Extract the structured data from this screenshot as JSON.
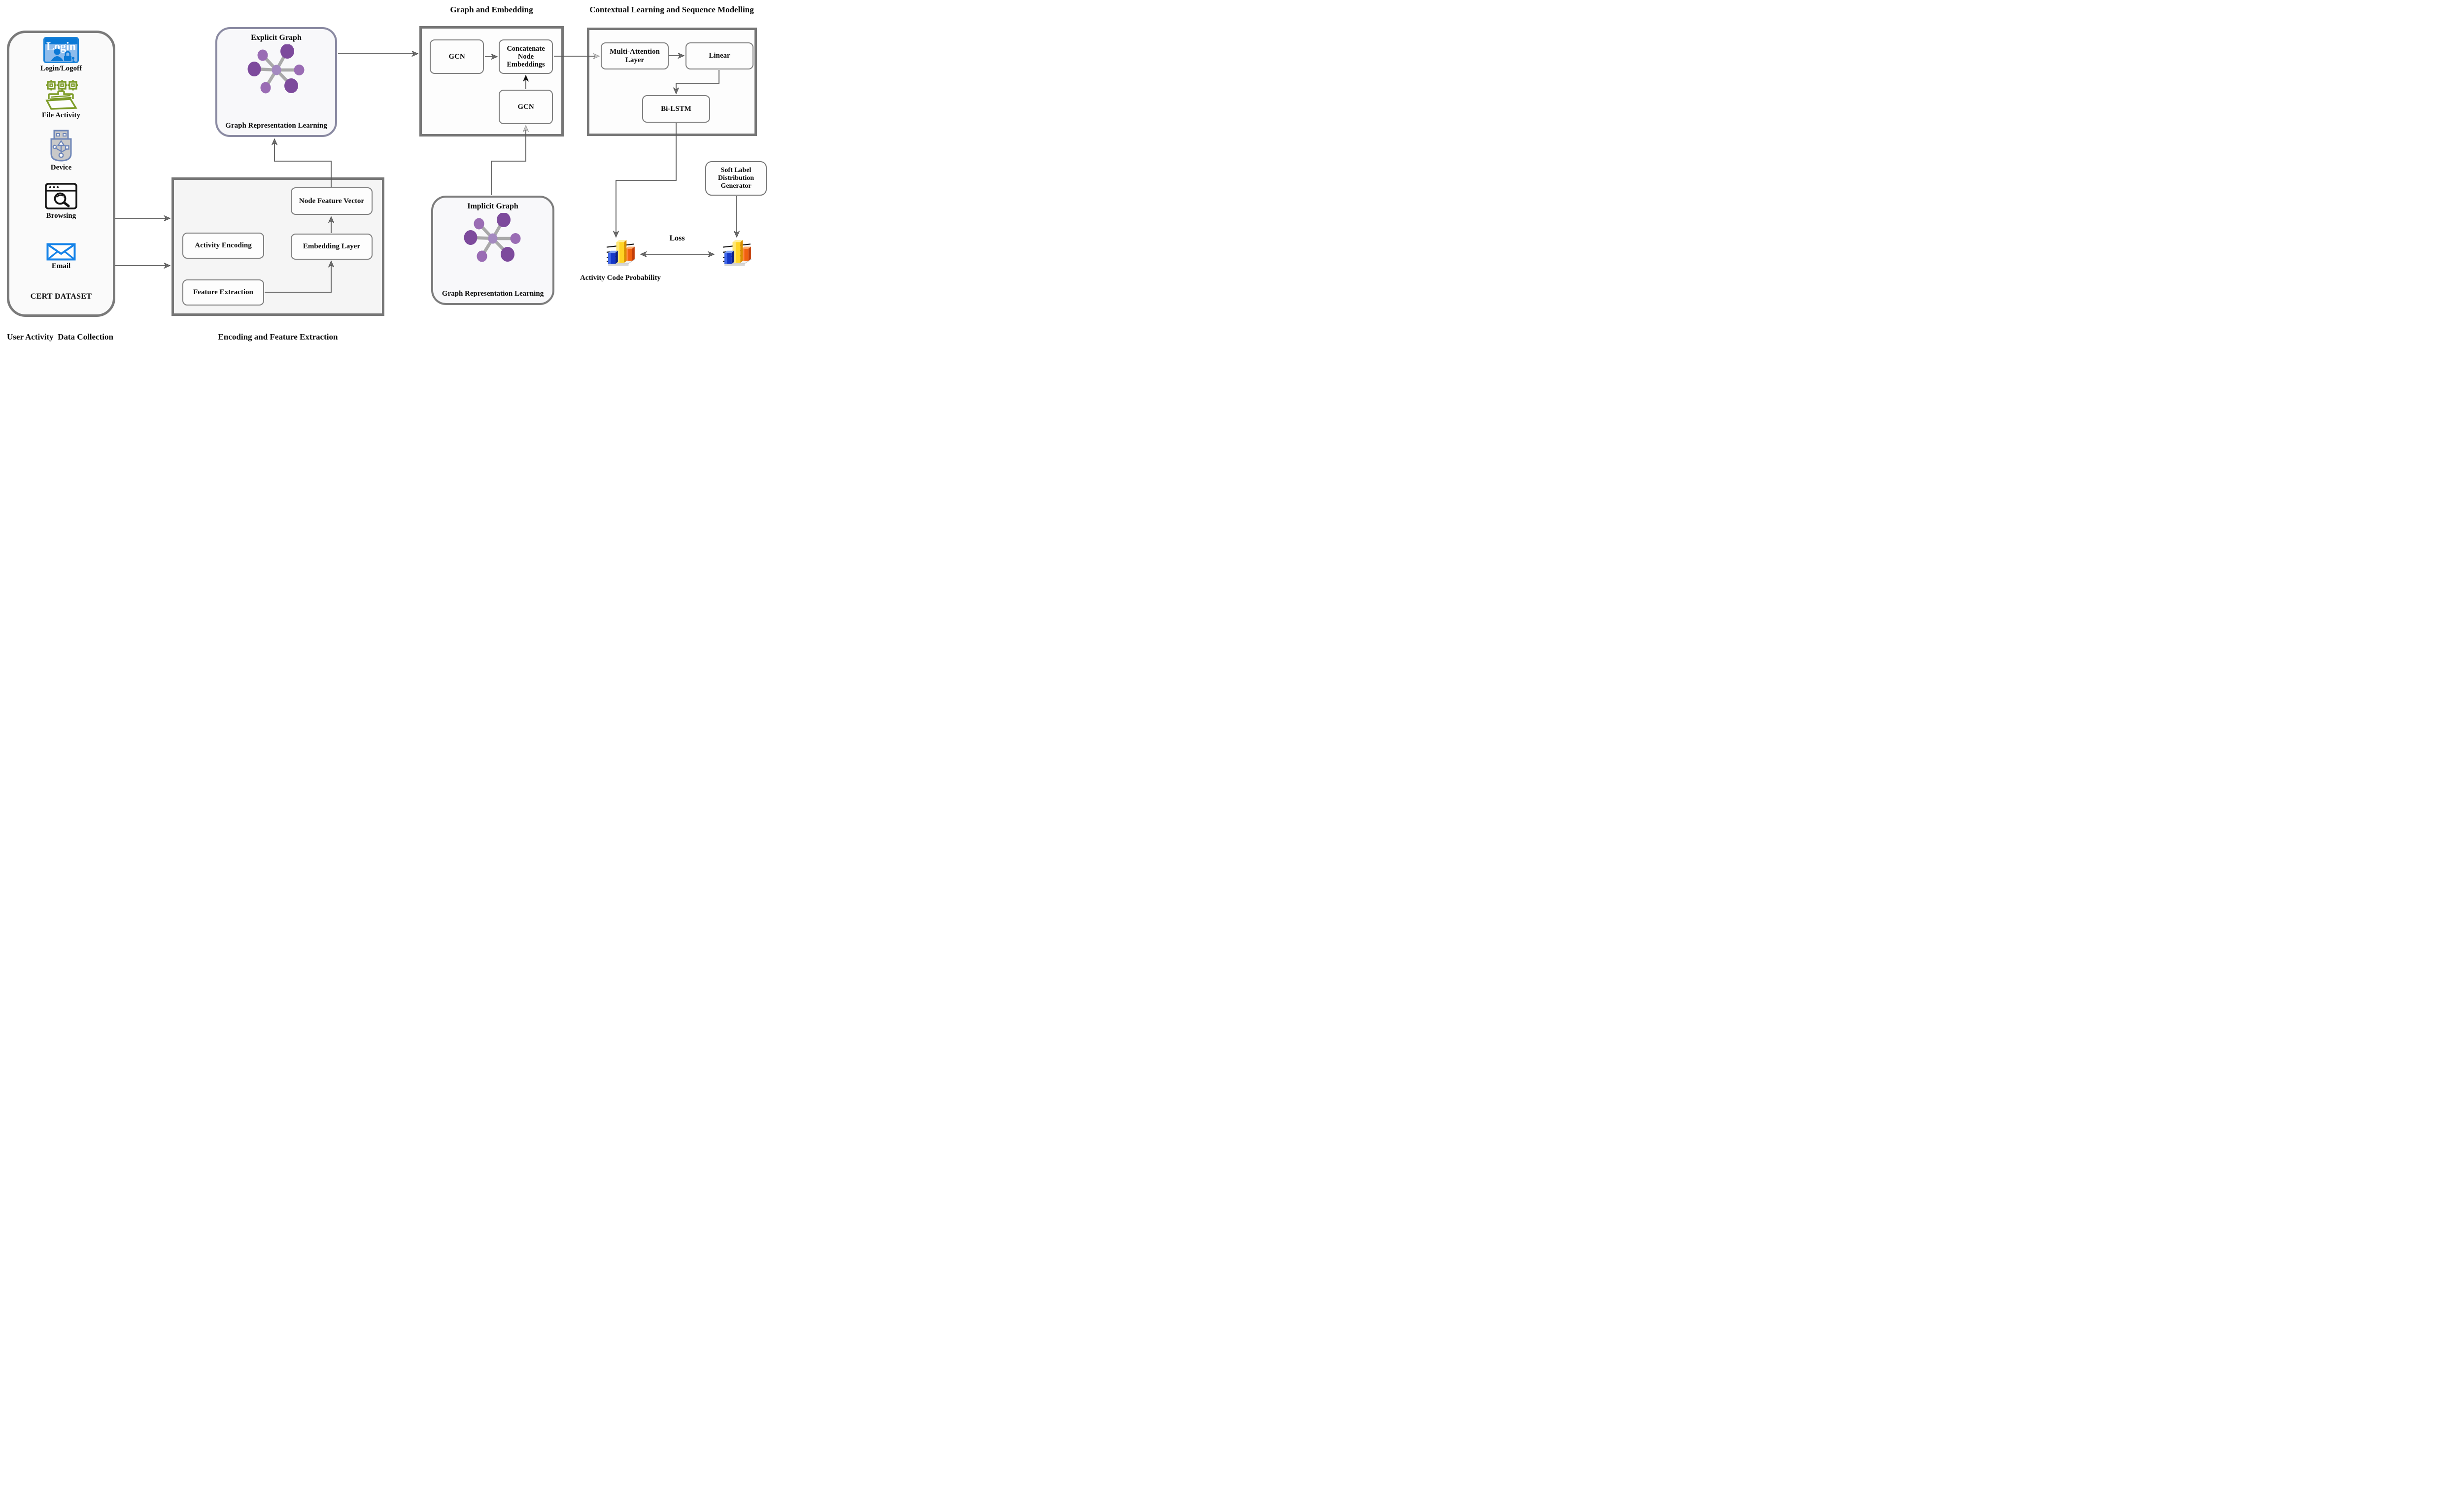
{
  "panel": {
    "items": [
      {
        "label": "Login/Logoff",
        "icon": "login-icon"
      },
      {
        "label": "File Activity",
        "icon": "file-activity-icon"
      },
      {
        "label": "Device",
        "icon": "usb-device-icon"
      },
      {
        "label": "Browsing",
        "icon": "browser-search-icon"
      },
      {
        "label": "Email",
        "icon": "email-icon"
      }
    ],
    "login_badge_text": "Login",
    "dataset_label": "CERT DATASET",
    "caption": "User Activity  Data Collection"
  },
  "encoding": {
    "node_feature_vector": "Node Feature Vector",
    "activity_encoding": "Activity Encoding",
    "embedding_layer": "Embedding Layer",
    "feature_extraction": "Feature Extraction",
    "caption": "Encoding and Feature Extraction"
  },
  "explicit_graph": {
    "title": "Explicit Graph",
    "subtitle": "Graph Representation Learning"
  },
  "implicit_graph": {
    "title": "Implicit Graph",
    "subtitle": "Graph Representation Learning"
  },
  "graph_embedding": {
    "title": "Graph and Embedding",
    "gcn_top": "GCN",
    "concat": "Concatenate Node Embeddings",
    "gcn_bottom": "GCN"
  },
  "contextual": {
    "title": "Contextual Learning and Sequence Modelling",
    "multi_attention": "Multi-Attention Layer",
    "linear": "Linear",
    "bilstm": "Bi-LSTM"
  },
  "output": {
    "soft_label": "Soft Label Distribution Generator",
    "loss": "Loss",
    "activity_code": "Activity Code Probability"
  },
  "colors": {
    "box_border_gray": "#767676",
    "slate_border": "#8a8aa2",
    "wire_gray": "#5a5a5a",
    "graph_node_dark": "#7d4a9c",
    "graph_node_light": "#9a6cb4",
    "graph_node_center": "#a489c0",
    "graph_edge": "#a9a9a9",
    "login_blue": "#0b79d6",
    "login_light_blue": "#8ebcec",
    "folder_green": "#7d9c28",
    "usb_outline_blue": "#6e86b8",
    "email_blue": "#1683e8",
    "bar_blue": "#1437c8",
    "bar_yellow": "#ffd324",
    "bar_orange": "#f06010"
  }
}
